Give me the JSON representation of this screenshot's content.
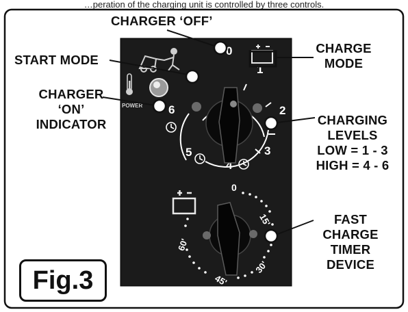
{
  "caption": "…peration of the charging unit is controlled by three controls.",
  "labels": {
    "charger_off": "CHARGER ‘OFF’",
    "start_mode": "START MODE",
    "charger_on": [
      "CHARGER",
      "‘ON’",
      "INDICATOR"
    ],
    "charge_mode": [
      "CHARGE",
      "MODE"
    ],
    "charging_levels": [
      "CHARGING",
      "LEVELS"
    ],
    "low": "LOW = 1 - 3",
    "high": "HIGH = 4 - 6",
    "fast_charge": [
      "FAST",
      "CHARGE",
      "TIMER",
      "DEVICE"
    ]
  },
  "panel": {
    "power_label": "POWER",
    "level_dial": [
      "0",
      "1",
      "2",
      "3",
      "4",
      "5",
      "6"
    ],
    "timer_dial": [
      "0",
      "15'",
      "30'",
      "45'",
      "60'"
    ]
  },
  "figure_label": "Fig.3",
  "colors": {
    "panel": "#1b1b1b",
    "ink": "#111111",
    "dial_marks": "#ffffff",
    "background": "#ffffff"
  }
}
